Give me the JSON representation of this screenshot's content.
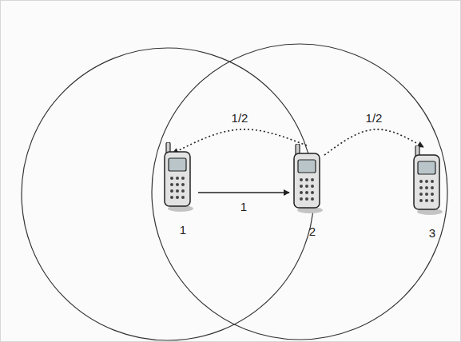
{
  "diagram": {
    "nodes": [
      {
        "text": [
          "1"
        ]
      },
      {
        "text": [
          "2"
        ]
      },
      {
        "text": [
          "3"
        ]
      }
    ],
    "edges": [
      {
        "from": 0,
        "to": 1,
        "arrow": "to",
        "label": "1"
      },
      {
        "from": 1,
        "to": 0,
        "arrow": "to",
        "label": "1/2"
      },
      {
        "from": 1,
        "to": 2,
        "arrow": "to",
        "label": "1/2"
      }
    ]
  }
}
